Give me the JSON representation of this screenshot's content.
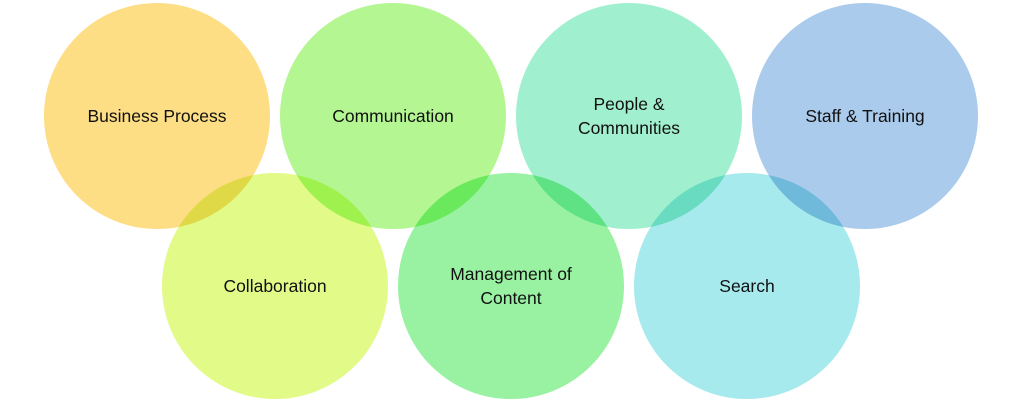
{
  "diagram": {
    "circles": [
      {
        "id": "business-process",
        "lines": [
          "Business Process"
        ],
        "color": "#FDDE84",
        "row": "top"
      },
      {
        "id": "communication",
        "lines": [
          "Communication"
        ],
        "color": "#B4F692",
        "row": "top"
      },
      {
        "id": "people-communities",
        "lines": [
          "People &",
          "Communities"
        ],
        "color": "#A0EFCF",
        "row": "top"
      },
      {
        "id": "staff-training",
        "lines": [
          "Staff & Training"
        ],
        "color": "#AACBEB",
        "row": "top"
      },
      {
        "id": "collaboration",
        "lines": [
          "Collaboration"
        ],
        "color": "#E2FA88",
        "row": "bottom"
      },
      {
        "id": "management-of-content",
        "lines": [
          "Management of",
          "Content"
        ],
        "color": "#98F2A2",
        "row": "bottom"
      },
      {
        "id": "search",
        "lines": [
          "Search"
        ],
        "color": "#A6EAEE",
        "row": "bottom"
      }
    ]
  }
}
